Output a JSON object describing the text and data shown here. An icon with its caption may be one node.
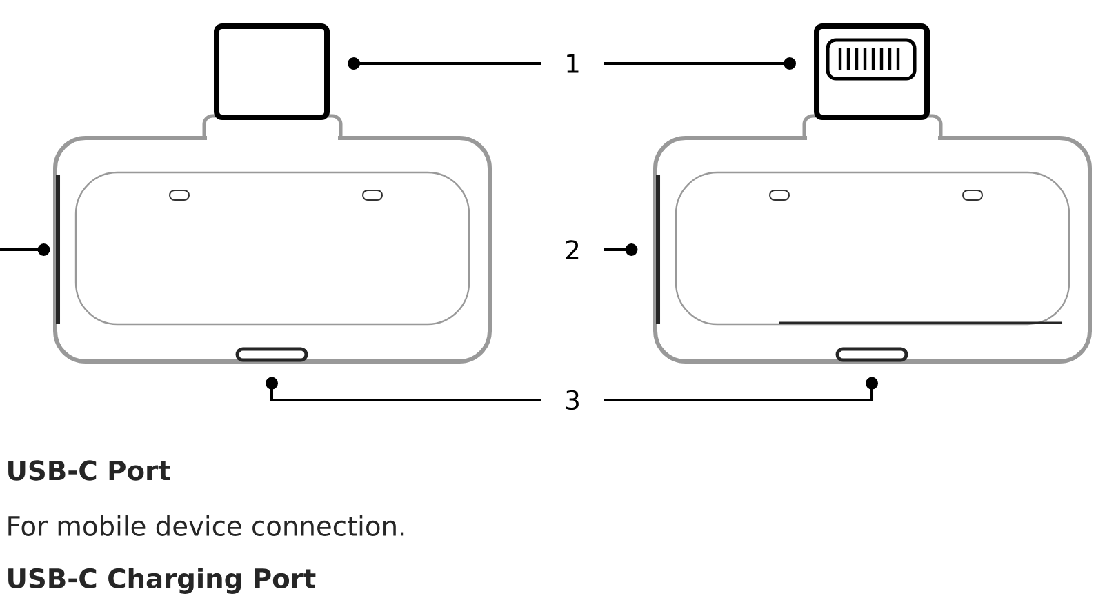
{
  "diagram": {
    "nodes": [
      {
        "text": [
          "1"
        ]
      },
      {
        "text": [
          "2"
        ]
      },
      {
        "text": [
          "3"
        ]
      },
      {
        "text": [],
        "shape": "box"
      },
      {
        "text": [],
        "shape": "box"
      },
      {
        "text": [],
        "shape": "bar"
      },
      {
        "text": [],
        "shape": "bar"
      },
      {
        "text": [],
        "shape": "slot"
      },
      {
        "text": [],
        "shape": "slot"
      }
    ],
    "edges": [
      {
        "from": 0,
        "to": 3,
        "arrow": "other"
      },
      {
        "from": 0,
        "to": 4,
        "arrow": "other"
      },
      {
        "from": null,
        "to": 5,
        "arrow": "other"
      },
      {
        "from": 1,
        "to": 6,
        "arrow": "other"
      },
      {
        "from": 2,
        "to": 7,
        "arrow": "other"
      },
      {
        "from": 2,
        "to": 8,
        "arrow": "other"
      }
    ],
    "labels": [
      "**USB-C Port**",
      "For mobile device connection.",
      "**USB-C Charging Port**"
    ]
  }
}
